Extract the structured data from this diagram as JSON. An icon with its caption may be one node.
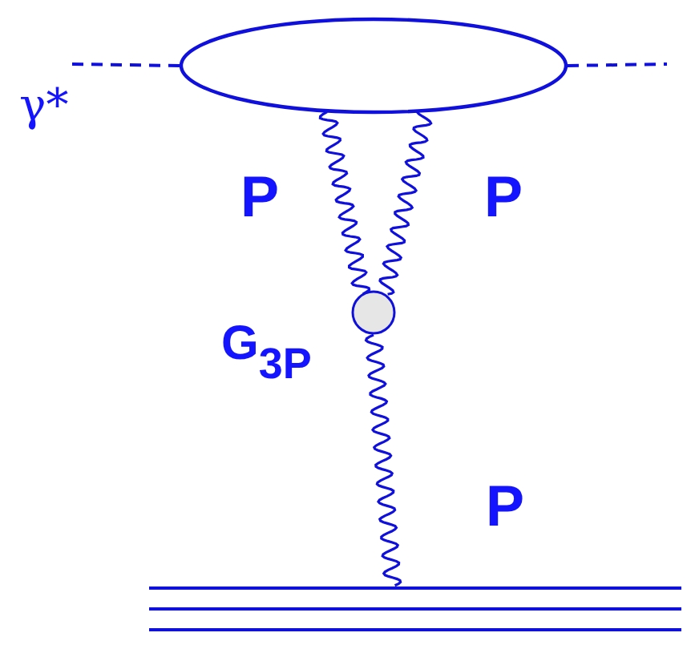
{
  "diagram": {
    "nodes": [
      {
        "text": [],
        "shape": "ellipse"
      },
      {
        "text": [],
        "shape": "circle",
        "beside": [
          "G$_{3P}$"
        ]
      },
      {
        "text": [],
        "shape": "bar"
      }
    ],
    "edges": [
      {
        "from": null,
        "to": 0,
        "arrow": "none",
        "style": "dashed"
      },
      {
        "from": 0,
        "to": null,
        "arrow": "none",
        "style": "dashed"
      },
      {
        "from": 0,
        "to": 1,
        "arrow": "none",
        "label": "P"
      },
      {
        "from": 0,
        "to": 1,
        "arrow": "none",
        "label": "P"
      },
      {
        "from": 1,
        "to": 2,
        "arrow": "none",
        "label": "P"
      }
    ],
    "labels": [
      "γ*"
    ]
  }
}
